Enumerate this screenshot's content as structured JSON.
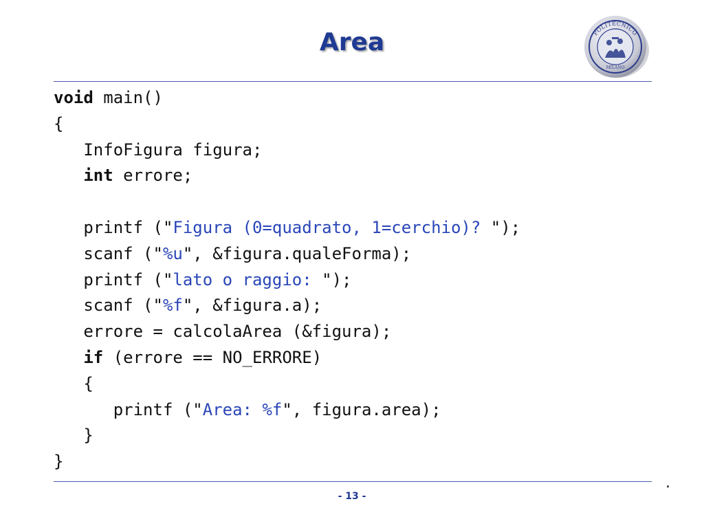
{
  "slide": {
    "title": "Area",
    "page_number": "- 13 -",
    "trailing_mark": ".",
    "logo": {
      "icon": "politecnico-milano-seal-icon",
      "ring_text_top": "POLITECNICO",
      "ring_text_bottom": "MILANO"
    }
  },
  "code": {
    "lines": [
      [
        {
          "t": "void",
          "c": "kw"
        },
        {
          "t": " main()",
          "c": ""
        }
      ],
      [
        {
          "t": "{",
          "c": ""
        }
      ],
      [
        {
          "t": "   InfoFigura figura;",
          "c": ""
        }
      ],
      [
        {
          "t": "   ",
          "c": ""
        },
        {
          "t": "int",
          "c": "kw"
        },
        {
          "t": " errore;",
          "c": ""
        }
      ],
      [],
      [
        {
          "t": "   printf (\"",
          "c": ""
        },
        {
          "t": "Figura (0=quadrato, 1=cerchio)? ",
          "c": "str"
        },
        {
          "t": "\");",
          "c": ""
        }
      ],
      [
        {
          "t": "   scanf (\"",
          "c": ""
        },
        {
          "t": "%u",
          "c": "str"
        },
        {
          "t": "\", &figura.qualeForma);",
          "c": ""
        }
      ],
      [
        {
          "t": "   printf (\"",
          "c": ""
        },
        {
          "t": "lato o raggio: ",
          "c": "str"
        },
        {
          "t": "\");",
          "c": ""
        }
      ],
      [
        {
          "t": "   scanf (\"",
          "c": ""
        },
        {
          "t": "%f",
          "c": "str"
        },
        {
          "t": "\", &figura.a);",
          "c": ""
        }
      ],
      [
        {
          "t": "   errore = calcolaArea (&figura);",
          "c": ""
        }
      ],
      [
        {
          "t": "   ",
          "c": ""
        },
        {
          "t": "if",
          "c": "kw"
        },
        {
          "t": " (errore == NO_ERRORE)",
          "c": ""
        }
      ],
      [
        {
          "t": "   {",
          "c": ""
        }
      ],
      [
        {
          "t": "      printf (\"",
          "c": ""
        },
        {
          "t": "Area: %f",
          "c": "str"
        },
        {
          "t": "\", figura.area);",
          "c": ""
        }
      ],
      [
        {
          "t": "   }",
          "c": ""
        }
      ],
      [
        {
          "t": "}",
          "c": ""
        }
      ]
    ]
  },
  "colors": {
    "title": "#1f3a93",
    "rule": "#4a5ab0",
    "string_literal": "#2a46b8",
    "code_text": "#111111"
  }
}
